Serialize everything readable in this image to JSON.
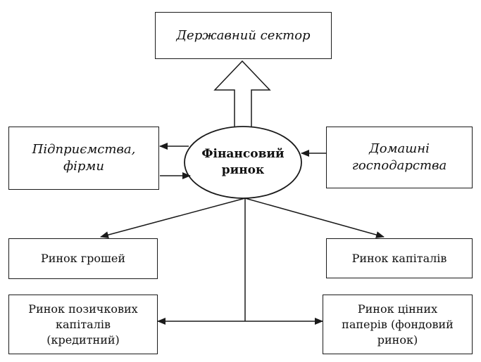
{
  "nodes": {
    "state_sector": "Державний сектор",
    "enterprises_line1": "Підприємства,",
    "enterprises_line2": "фірми",
    "financial_market_line1": "Фінансовий",
    "financial_market_line2": "ринок",
    "households_line1": "Домашні",
    "households_line2": "господарства",
    "money_market": "Ринок грошей",
    "capital_market": "Ринок капіталів",
    "loan_capital_line1": "Ринок позичкових",
    "loan_capital_line2": "капіталів",
    "loan_capital_line3": "(кредитний)",
    "securities_line1": "Ринок цінних",
    "securities_line2": "паперів (фондовий",
    "securities_line3": "ринок)"
  }
}
